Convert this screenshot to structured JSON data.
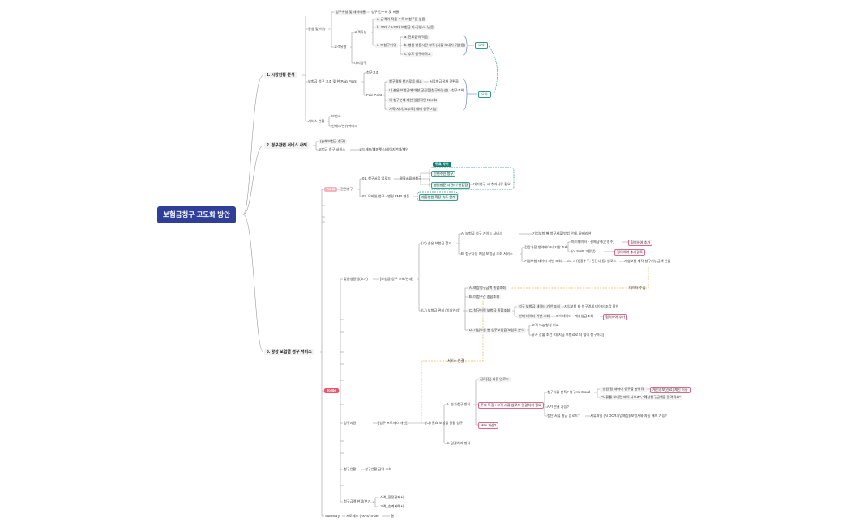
{
  "root": "보험금청구 고도화 방안",
  "s1": {
    "title": "1. 시장현황 분석",
    "trend": "동향 및 이슈",
    "t_a": "청구유형 및 데이터율",
    "t_a1": "청구 건수와 및 비율",
    "t_b": "고객유형",
    "t_b1": "고객특성",
    "t_b1a": "a. 금액이 적을 수록 미청구율 높음",
    "t_b1b": "b. 20대 / 4-70대 보험금 미-공인-노 낮음",
    "t_b1c": "c. 미청구이유",
    "t_b1c1": "a. 진료금액 적음",
    "t_b1c2": "b. 병원 방문시간 부족 (서류 보내기 귀찮음)",
    "t_b1c3": "c. 추후 청구하려고",
    "t_b2": "대리청구",
    "t_bd1": "요약",
    "pain": "보험금 청구 고조 및 현 Pain Point",
    "p_a": "청구고조",
    "p_b": "Pain Point",
    "p_b1": "청구절차 번거로움 해소",
    "p_b1x": "서류발급절차 간편화",
    "p_b2": "내 손은 보험금에 대한 궁금증(청구가능성)",
    "p_b2x": "청구조회",
    "p_b3": "이 청구분에 대한 일원화된 Needs",
    "p_b4": "가족(자녀, 노부모) 대리 청구 기능",
    "pd": "요약",
    "svc": "서비스 현황",
    "svc1": "보험사",
    "svc2": "핀테크/인슈어테크"
  },
  "s2": {
    "title": "2. 청구관련 서비스 사례",
    "a": "(손해보험금 청구)",
    "b": "보험금 청구 서비스",
    "b1": "코드에프/페퍼펫스/레이지펀데/제안"
  },
  "s3": {
    "title": "3. 향상 보험금 청구 서비스",
    "asis": "As-Is",
    "simple": "간편청구",
    "simple1": "01. 청구서류 업로드",
    "simple1x": "광학서류미청구",
    "ocr_tag": "주요 차이",
    "ocr1": "간편수인 청구",
    "ocr2": "병원방문 시간X / 번잡함",
    "ocr2x": "대리청구 시 추가서류 필요",
    "simple2": "02. 모바일 청구 - 병원 EMR 연동",
    "simple2x": "제휴병원 확장 속도 한계",
    "tobe": "To-Be",
    "g1": "맞춤형알림(초기)",
    "g1a": "[보험금 청구 조회/안내]",
    "g1a1": "(가) 숨은 보험금 찾기",
    "g1a1a": "A. 보험금 청구 가이드 서비스",
    "g1a1ax": "기업보험 별 청구서류/방법 안내, 유베리션",
    "g1a1b": "B. 청구가능 예상 보험금 조회 서비스",
    "g1a1b1": "건강가전 청약데이터 기반 조회",
    "g1a1b1a": "마이데이터 - 결제금액(순영수)",
    "g1a1b1ax": "협의하여 추가",
    "g1a1b1b": "(or SMS 고용탐)",
    "g1a1b1bx": "협의하여 추가검토",
    "g1a1b2": "기업보험 데이터 기반 조회",
    "g1a1b2x": "ex. 사유(종수주, 진단서 등) 업로드",
    "g1a1b2y": "기업보험 제작 청구가능금액 산출",
    "data_need": "데이터 수집",
    "g1a2": "(나) 보험금 관리 (미지연리)",
    "g1a2a": "A. 예상청구금액 종합조회",
    "g1a2b": "B. 미청구건 종합조회",
    "g1a2c": "C. 청구이력 보험금 종합조회",
    "g1a2c1": "청구 보험금 데이터 기반 조회",
    "g1a2c1x": "지입보험 타 청구명세 데이터 조각 확인",
    "g1a2c2": "판매 데이터 기반 조회",
    "g1a2c2x": "마이데이터 - 계좌입금조회",
    "g1a2c2y": "협의하여 추가",
    "g1a2d": "D. 가입보험 별 청구보험금/보험료 분석",
    "g1a2d1": "고객 %ig 형성 비교",
    "g1a2d2": "유사 상황 조건 (대 지급 보험료로 더 많이 청구하기)",
    "link": "서비스 연결",
    "g2": "청구지원",
    "g2a": "[청구 프로세스 개선]",
    "g2a1": "(다) 필요 보험금 일괄 청구",
    "g2a1a": "A. 순차청구 방식",
    "g2a1a1": "진료(진) 서류 업로드",
    "g2a1a2": "주요 특징 : 고객 서류 업로드 일괄처리 필요",
    "g2a1a2a": "청구서류 판독? 청구Hu Cloud",
    "g2a1a2ax": "\"병원 갈 때마다 청구를 넣어둬\"",
    "g2a1a2ax2": "개인정보(진료) 재인 이슈",
    "g2a1a2ay": "\"서류를 보내면 왜이 나오죠\", \"예상청구금액을 알려줘요\"",
    "g2a1a2b": "API 연결 가능?",
    "g2a1a2c": "청탄 서류 발급 업로드?",
    "g2a1a2cx": "서류파일 (AI OCR기업예상)/보험사와 자동 배포 가능?",
    "g2a1a3": "Max 가산?",
    "g2a1b": "B. 일괄처리 방식",
    "g3": "청구현황",
    "g3a": "청구현황 금액 조회",
    "g4": "청구금액 현황(분기...)",
    "g4a": "- 소액_진정결제서",
    "g4b": "- 고액_승계서예서",
    "summary": "Summary",
    "sum1": "프로세스 (As-Is/To-be)",
    "sum2": "결"
  }
}
